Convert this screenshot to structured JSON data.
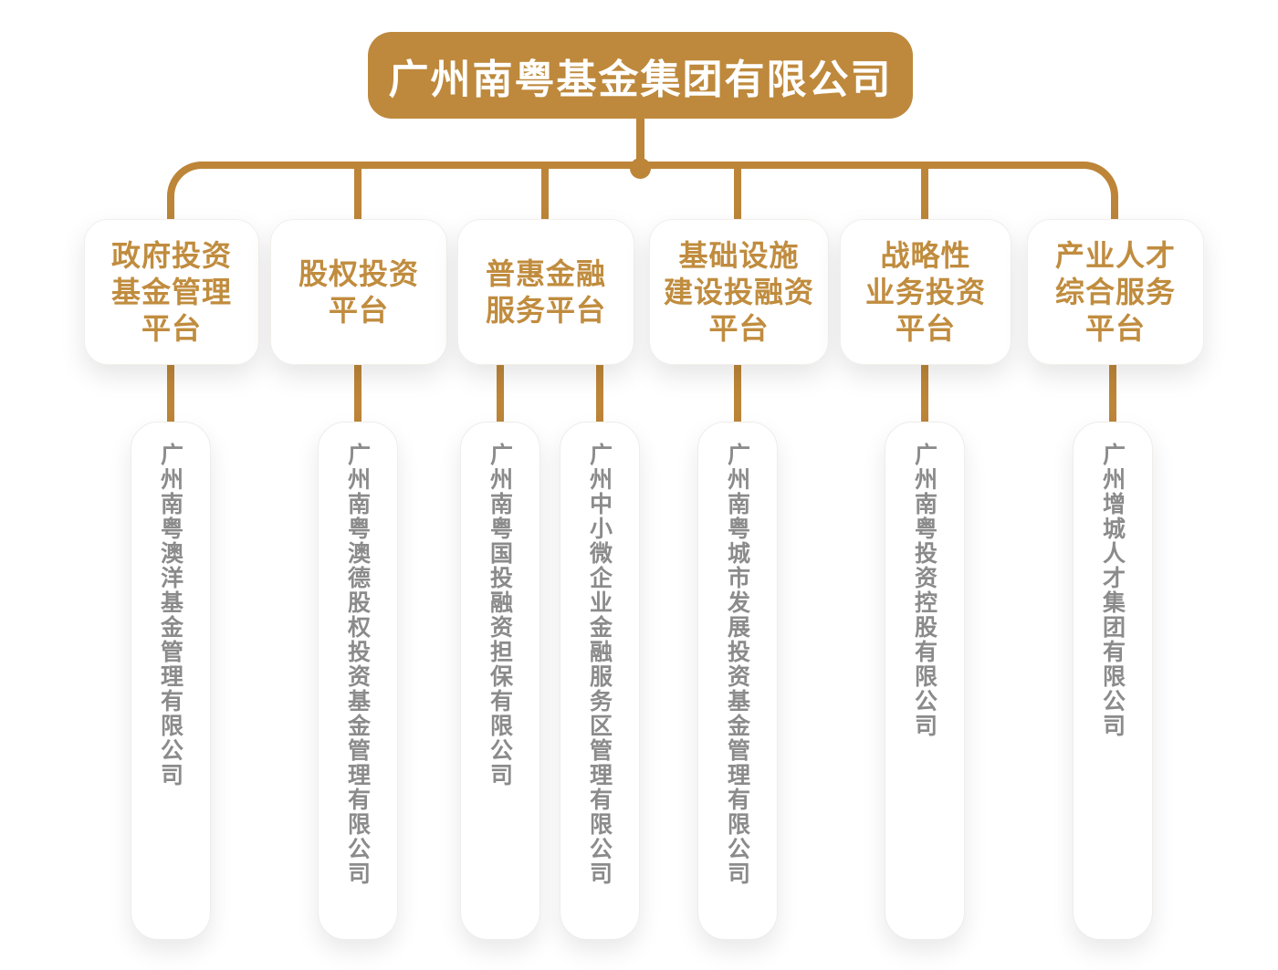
{
  "colors": {
    "gold": "#BE893C",
    "connector_gold": "#BD8538",
    "platform_text_gold": "#C08C3E",
    "company_text_gray": "#8B8B8B",
    "box_background": "#FFFFFF"
  },
  "org_chart": {
    "root": {
      "label": "广州南粤基金集团有限公司"
    },
    "platforms": [
      {
        "label": "政府投资\n基金管理\n平台"
      },
      {
        "label": "股权投资\n平台"
      },
      {
        "label": "普惠金融\n服务平台"
      },
      {
        "label": "基础设施\n建设投融资\n平台"
      },
      {
        "label": "战略性\n业务投资\n平台"
      },
      {
        "label": "产业人才\n综合服务\n平台"
      }
    ],
    "companies": [
      {
        "label": "广州南粤澳洋基金管理有限公司",
        "parent_platform_index": 0
      },
      {
        "label": "广州南粤澳德股权投资基金管理有限公司",
        "parent_platform_index": 1
      },
      {
        "label": "广州南粤国投融资担保有限公司",
        "parent_platform_index": 2
      },
      {
        "label": "广州中小微企业金融服务区管理有限公司",
        "parent_platform_index": 2
      },
      {
        "label": "广州南粤城市发展投资基金管理有限公司",
        "parent_platform_index": 3
      },
      {
        "label": "广州南粤投资控股有限公司",
        "parent_platform_index": 4
      },
      {
        "label": "广州增城人才集团有限公司",
        "parent_platform_index": 5
      }
    ]
  }
}
